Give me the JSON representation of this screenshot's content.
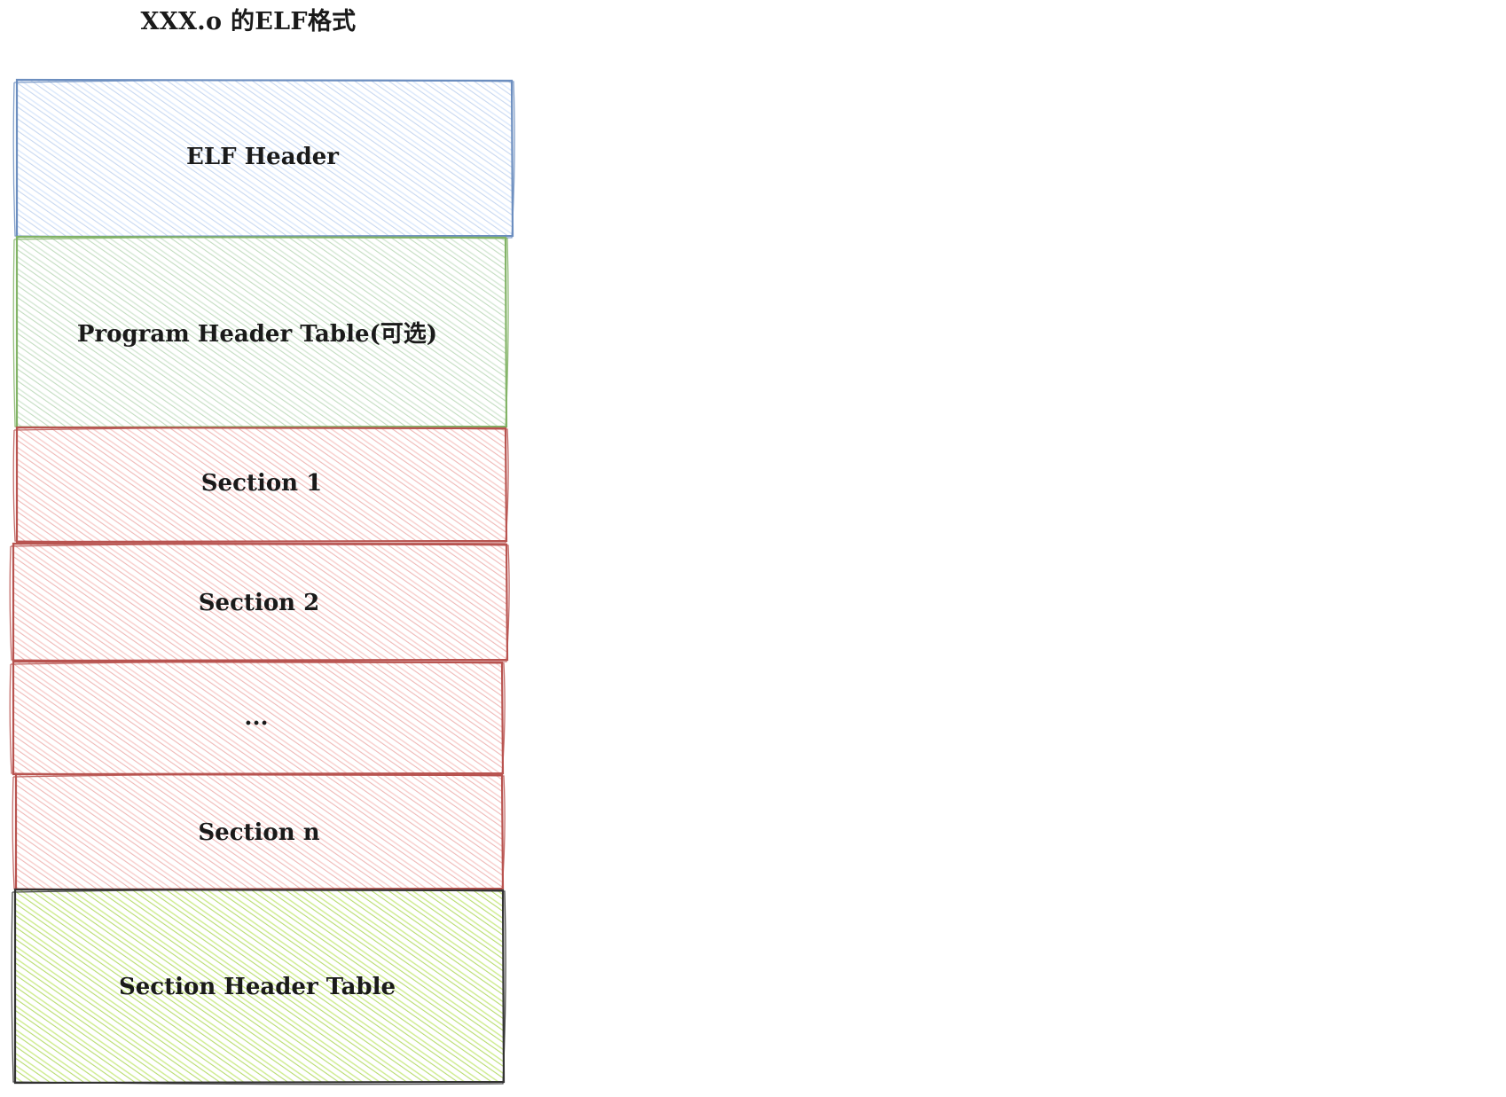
{
  "diagram": {
    "title": "XXX.o 的ELF格式",
    "blocks": [
      {
        "id": "elf-header",
        "label": "ELF Header",
        "stroke": "#6c8ebf",
        "fill": "#dae8fc",
        "hatch": "#c7d7f0"
      },
      {
        "id": "program-header-table",
        "label": "Program Header Table(可选)",
        "stroke": "#82b366",
        "fill": "#d5e8d4",
        "hatch": "#c2dcbf"
      },
      {
        "id": "section-1",
        "label": "Section 1",
        "stroke": "#b85450",
        "fill": "#f8cecc",
        "hatch": "#efb8b6"
      },
      {
        "id": "section-2",
        "label": "Section 2",
        "stroke": "#b85450",
        "fill": "#f8cecc",
        "hatch": "#efb8b6"
      },
      {
        "id": "section-ellipsis",
        "label": "...",
        "stroke": "#b85450",
        "fill": "#f8cecc",
        "hatch": "#efb8b6"
      },
      {
        "id": "section-n",
        "label": "Section n",
        "stroke": "#b85450",
        "fill": "#f8cecc",
        "hatch": "#efb8b6"
      },
      {
        "id": "section-header-table",
        "label": "Section Header Table",
        "stroke": "#333333",
        "fill": "#cdeb8b",
        "hatch": "#b8dc6e"
      }
    ]
  }
}
